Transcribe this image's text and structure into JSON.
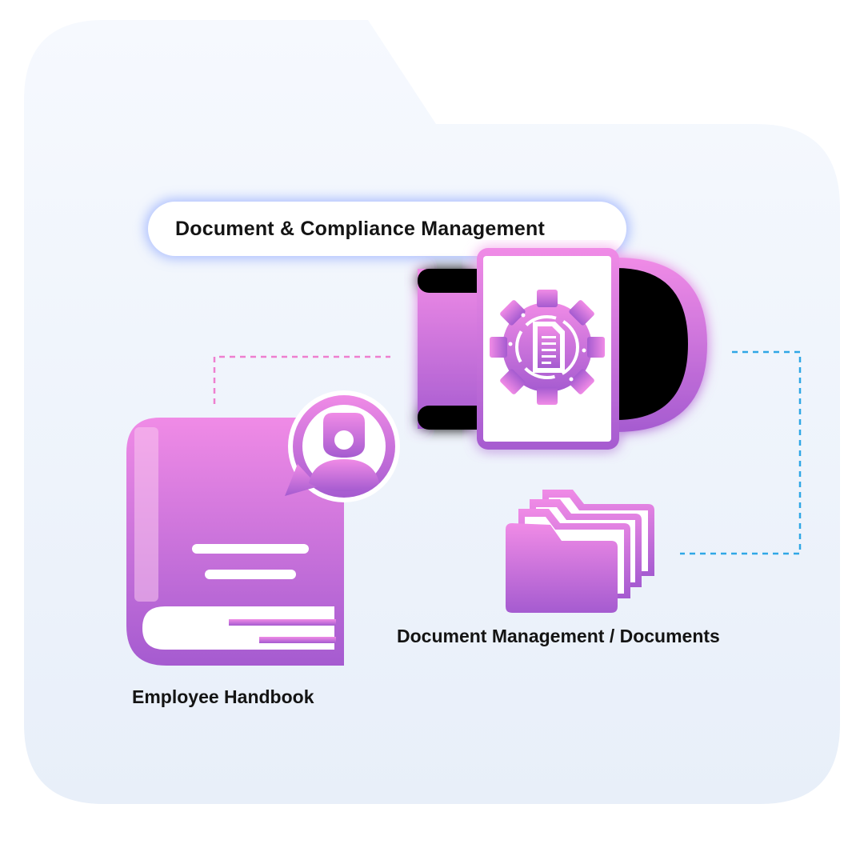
{
  "header": {
    "title": "Document & Compliance Management"
  },
  "nodes": [
    {
      "id": "employee-handbook",
      "label": "Employee Handbook",
      "icon": "book-user-icon"
    },
    {
      "id": "document-management",
      "label": "Document Management / Documents",
      "icon": "folders-icon"
    },
    {
      "id": "compliance-hub",
      "label": "",
      "icon": "gear-document-icon"
    }
  ],
  "colors": {
    "accent_top": "#f08be6",
    "accent_bottom": "#a55bd0",
    "connector_left": "#ee7fcf",
    "connector_right": "#2fa7e6",
    "background": "#eef3fb"
  }
}
